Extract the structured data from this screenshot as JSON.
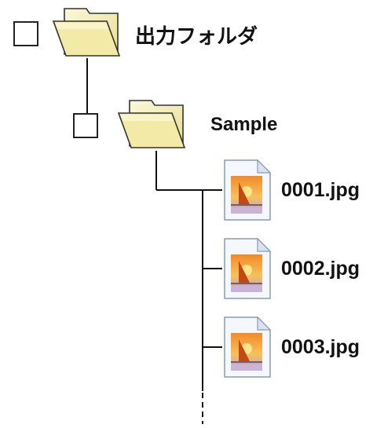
{
  "tree": {
    "root": {
      "label": "出力フォルダ",
      "icon": "folder-icon"
    },
    "subfolder": {
      "label": "Sample",
      "icon": "folder-icon"
    },
    "files": [
      {
        "label": "0001.jpg",
        "icon": "image-file-icon"
      },
      {
        "label": "0002.jpg",
        "icon": "image-file-icon"
      },
      {
        "label": "0003.jpg",
        "icon": "image-file-icon"
      }
    ],
    "more_indicator": "dashed-line"
  },
  "colors": {
    "line": "#111111",
    "folder_fill": "#f3edae",
    "folder_edge": "#333333"
  }
}
